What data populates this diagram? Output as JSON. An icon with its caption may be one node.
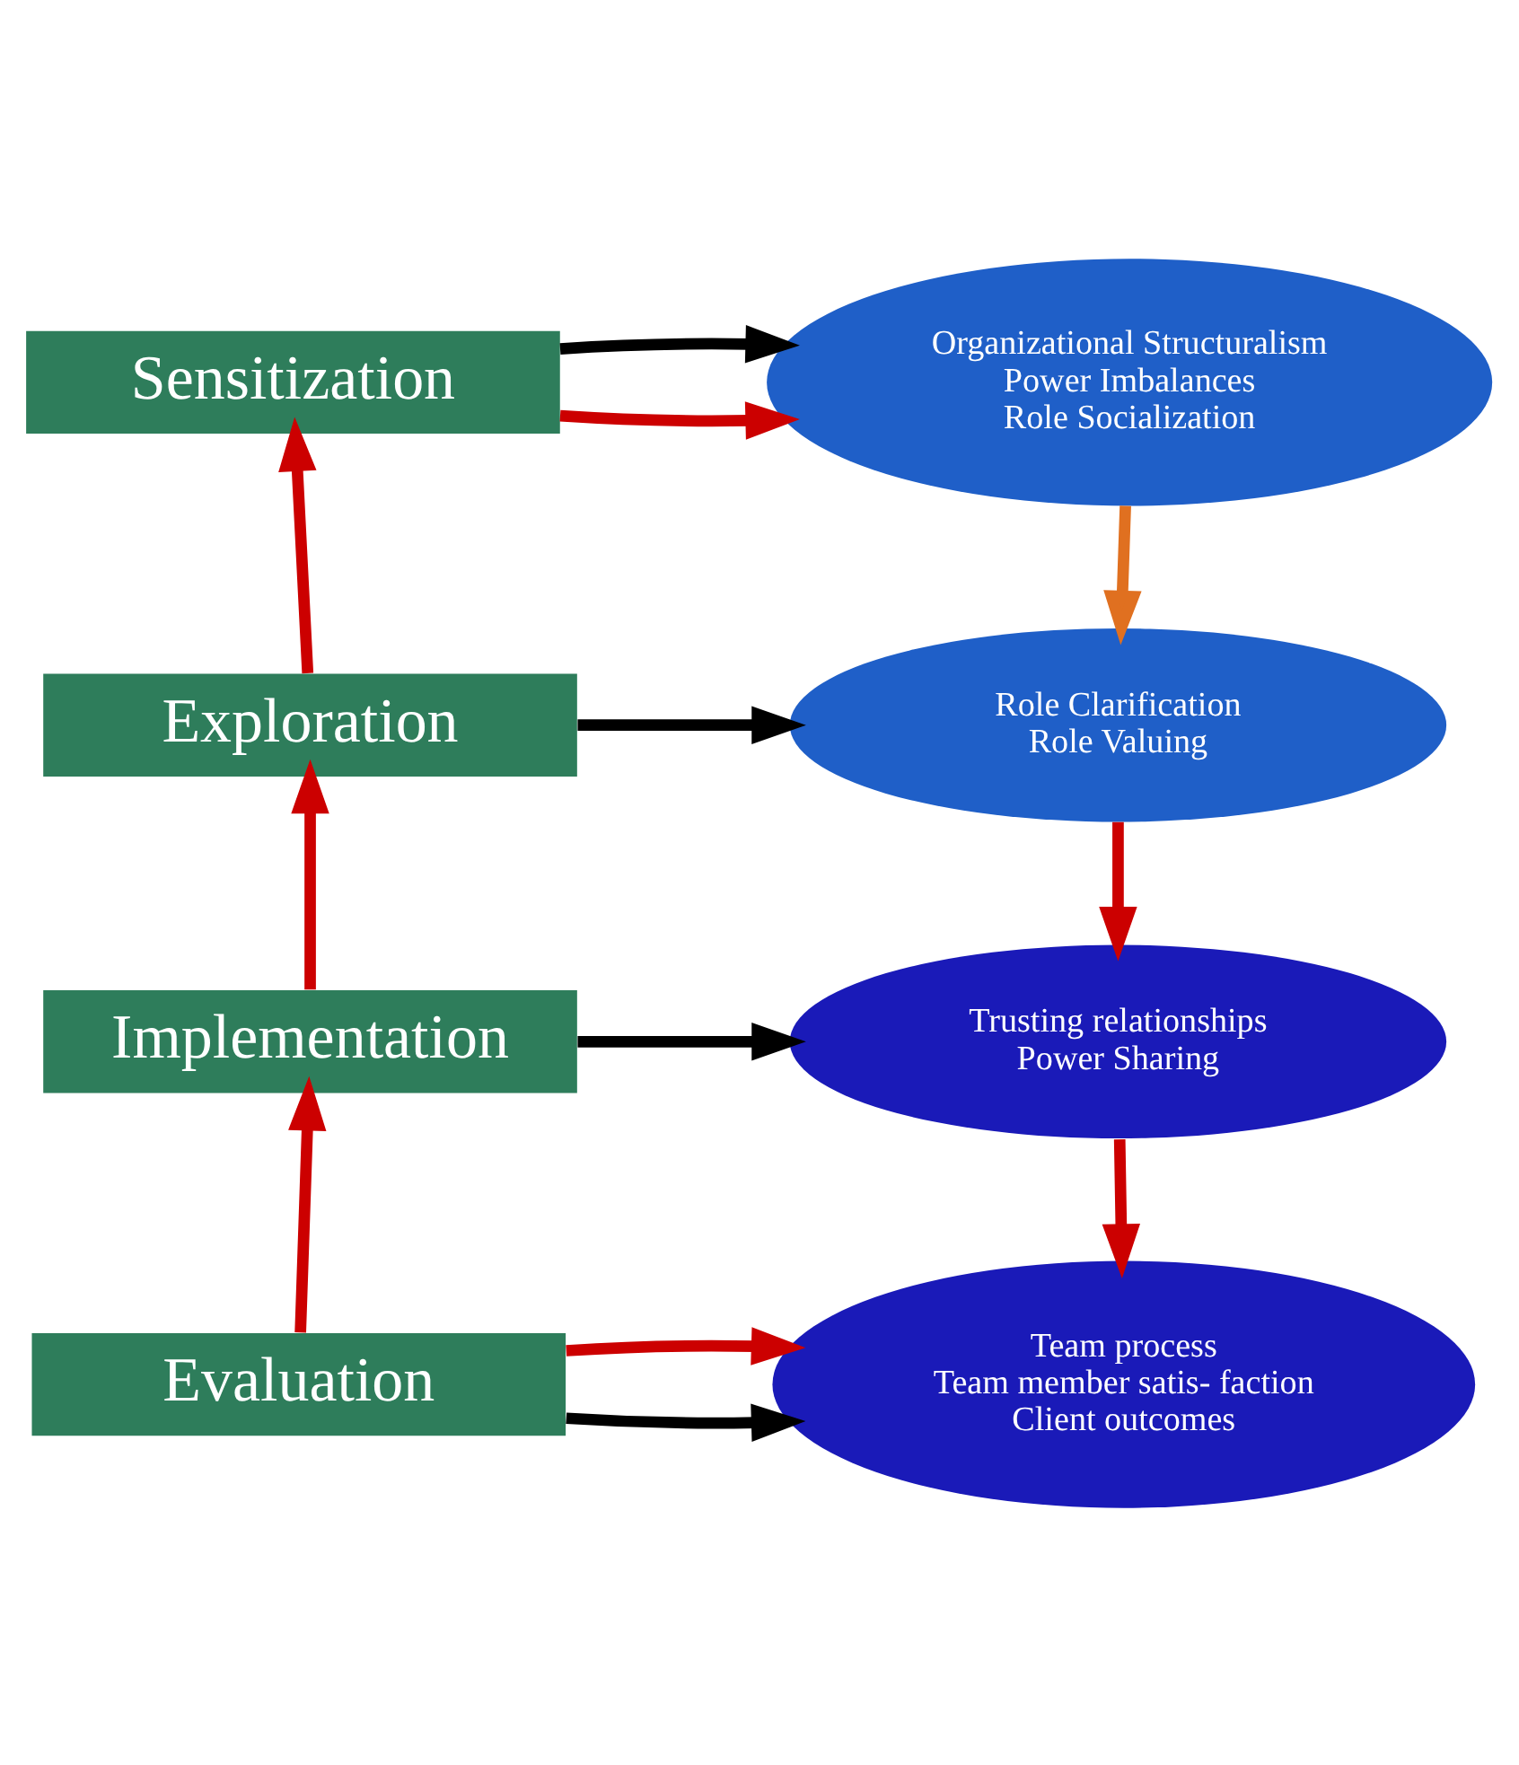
{
  "diagram": {
    "nodes": [
      {
        "text": [
          "Sensitization"
        ]
      },
      {
        "text": [
          "Exploration"
        ]
      },
      {
        "text": [
          "Implementation"
        ]
      },
      {
        "text": [
          "Evaluation"
        ]
      },
      {
        "text": [
          "Organizational Structuralism",
          "Power Imbalances",
          "Role Socialization"
        ]
      },
      {
        "text": [
          "Role Clarification",
          "Role Valuing"
        ]
      },
      {
        "text": [
          "Trusting relationships",
          "Power Sharing"
        ]
      },
      {
        "text": [
          "Team process",
          "Team member satis- faction",
          "Client outcomes"
        ]
      }
    ],
    "edges": [
      {
        "from": 0,
        "to": 4,
        "arrow": "to"
      },
      {
        "from": 1,
        "to": 0,
        "arrow": "to"
      },
      {
        "from": 2,
        "to": 1,
        "arrow": "to"
      },
      {
        "from": 3,
        "to": 2,
        "arrow": "to"
      },
      {
        "from": 0,
        "to": 4,
        "arrow": "to",
        "color": "#000000"
      },
      {
        "from": 1,
        "to": 5,
        "arrow": "to",
        "color": "#000000"
      },
      {
        "from": 2,
        "to": 6,
        "arrow": "to",
        "color": "#000000"
      },
      {
        "from": 3,
        "to": 7,
        "arrow": "to",
        "color": "#000000"
      },
      {
        "from": 4,
        "to": 5,
        "arrow": "to",
        "color": "#e07020"
      },
      {
        "from": 5,
        "to": 6,
        "arrow": "to"
      },
      {
        "from": 6,
        "to": 7,
        "arrow": "to"
      },
      {
        "from": 3,
        "to": 7,
        "arrow": "to"
      }
    ]
  }
}
